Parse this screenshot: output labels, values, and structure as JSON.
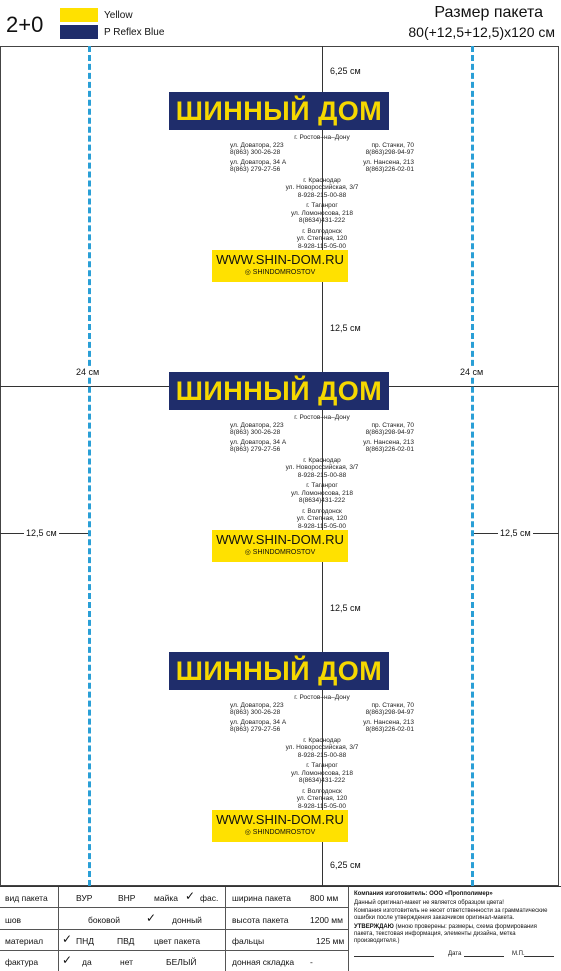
{
  "header": {
    "colors_label": "2+0",
    "swatches": [
      {
        "name": "Yellow",
        "color": "#ffe100"
      },
      {
        "name": "P Reflex Blue",
        "color": "#1f2d6b"
      }
    ],
    "size_title": "Размер пакета",
    "size_dims": "80(+12,5+12,5)х120 см"
  },
  "dims": {
    "top": "6,25 см",
    "mid1": "12,5 см",
    "mid2": "12,5 см",
    "bottom": "6,25 см",
    "left_24": "24 см",
    "right_24": "24 см",
    "left_125": "12,5 см",
    "right_125": "12,5 см"
  },
  "brand": {
    "logo": "ШИННЫЙ ДОМ",
    "city1": "г. Ростов–на–Дону",
    "a1": "ул. Доватора, 223",
    "p1": "8(863) 300-26-28",
    "a2": "пр. Стачки, 70",
    "p2": "8(863)298-94-97",
    "a3": "ул. Доватора, 34 А",
    "p3": "8(863) 279-27-56",
    "a4": "ул. Нансена, 213",
    "p4": "8(863)226-02-01",
    "city2": "г. Краснодар",
    "a5": "ул. Новороссийская, 3/7",
    "p5": "8-928-215-00-88",
    "city3": "г. Таганрог",
    "a6": "ул. Ломоносова, 218",
    "p6": "8(8634)431-222",
    "city4": "г. Волгодонск",
    "a7": "ул. Степная, 120",
    "p7": "8-928-115-05-00",
    "website": "WWW.SHIN-DOM.RU",
    "instagram": "SHINDOMROSTOV"
  },
  "footer": {
    "r1": {
      "label": "вид пакета",
      "o1": "ВУР",
      "o2": "ВНР",
      "o3": "майка",
      "o4": "фас.",
      "p": "ширина пакета",
      "v": "800 мм"
    },
    "r2": {
      "label": "шов",
      "o1": "боковой",
      "o2": "донный",
      "p": "высота пакета",
      "v": "1200 мм"
    },
    "r3": {
      "label": "материал",
      "o1": "ПНД",
      "o2": "ПВД",
      "o3": "цвет пакета",
      "p": "фальцы",
      "v": "125 мм"
    },
    "r4": {
      "label": "фактура",
      "o1": "да",
      "o2": "нет",
      "o3": "БЕЛЫЙ",
      "p": "донная складка",
      "v": "-"
    },
    "company": "Компания изготовитель: ООО «Пропполимер»",
    "n1": "Данный оригинал-макет не является образцом цвета!",
    "n2": "Компания изготовитель не несет ответственности за грамматические ошибки после утверждения заказчиком оригинал-макета.",
    "approve": "УТВЕРЖДАЮ",
    "approve_note": "(мною проверены: размеры, схема формирования пакета, текстовая информация, элементы дизайна, метка производителя.)",
    "date": "Дата",
    "mp": "М.П."
  }
}
